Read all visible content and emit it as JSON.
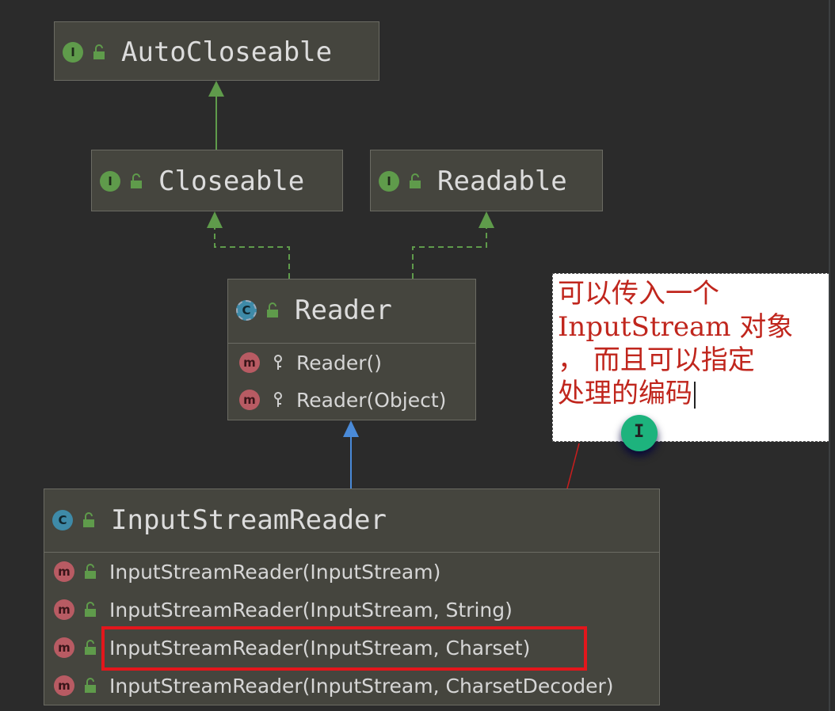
{
  "colors": {
    "background": "#2b2b2b",
    "node_fill": "#45453e",
    "interface_arrow": "#5f9b4b",
    "extends_arrow": "#4a8ad8",
    "note_text": "#c0261d",
    "highlight": "#e3161c"
  },
  "nodes": {
    "autocloseable": {
      "badge": "I",
      "title": "AutoCloseable"
    },
    "closeable": {
      "badge": "I",
      "title": "Closeable"
    },
    "readable": {
      "badge": "I",
      "title": "Readable"
    },
    "reader": {
      "badge": "C",
      "title": "Reader",
      "members": [
        {
          "badge": "m",
          "label": "Reader()"
        },
        {
          "badge": "m",
          "label": "Reader(Object)"
        }
      ]
    },
    "inputstreamreader": {
      "badge": "C",
      "title": "InputStreamReader",
      "members": [
        {
          "badge": "m",
          "label": "InputStreamReader(InputStream)"
        },
        {
          "badge": "m",
          "label": "InputStreamReader(InputStream, String)"
        },
        {
          "badge": "m",
          "label": "InputStreamReader(InputStream, Charset)"
        },
        {
          "badge": "m",
          "label": "InputStreamReader(InputStream, CharsetDecoder)"
        }
      ]
    }
  },
  "note": {
    "lines": [
      "可以传入一个",
      "InputStream 对象",
      "，  而且可以指定",
      "处理的编码"
    ]
  },
  "cursor_icon": "text-cursor-icon"
}
